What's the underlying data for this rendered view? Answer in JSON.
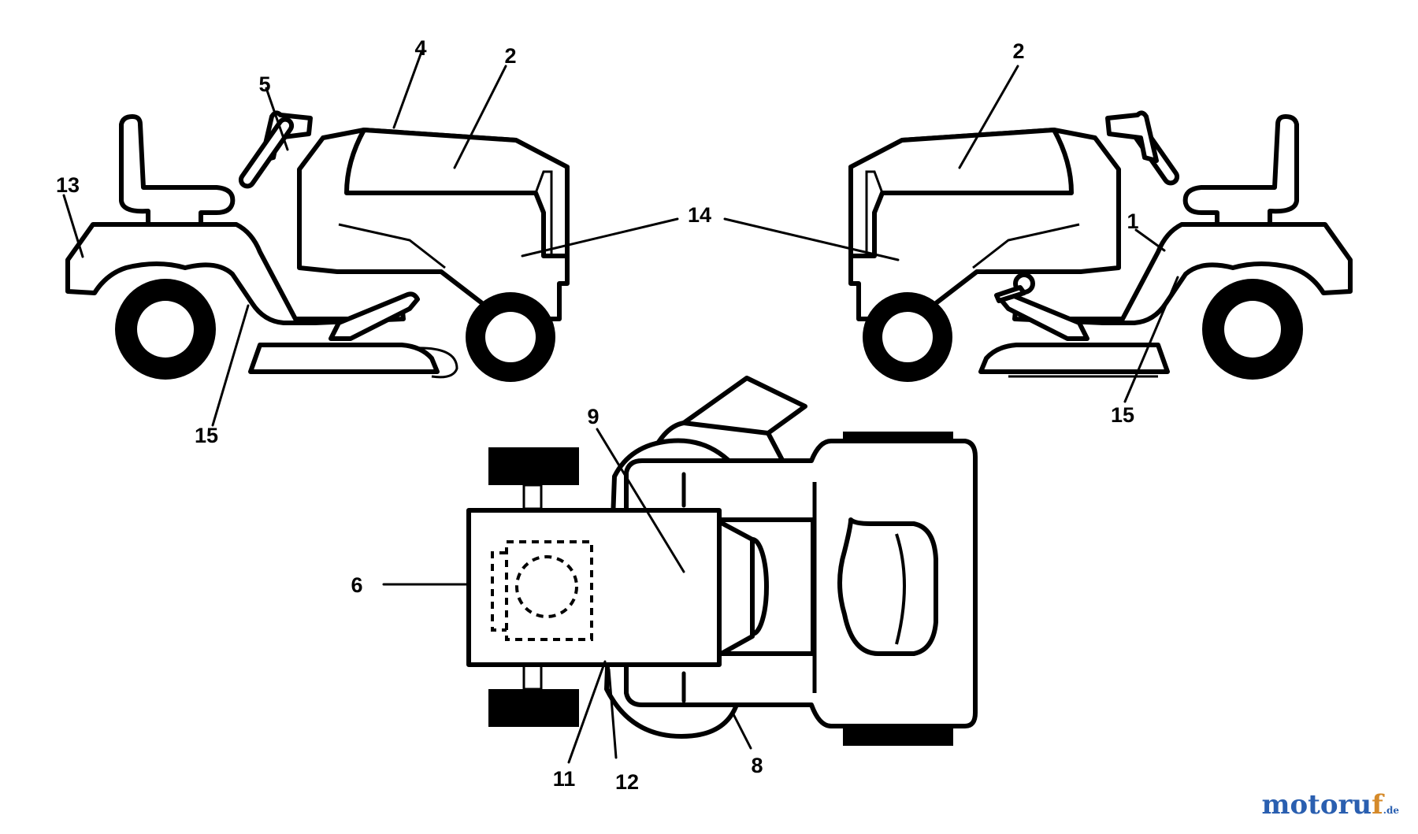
{
  "callouts": {
    "l_13": "13",
    "l_5": "5",
    "l_4": "4",
    "l_2a": "2",
    "l_15a": "15",
    "l_14": "14",
    "l_2b": "2",
    "l_1": "1",
    "l_15b": "15",
    "l_9": "9",
    "l_6": "6",
    "l_11": "11",
    "l_12": "12",
    "l_8": "8"
  },
  "watermark": {
    "pre": "motoru",
    "accent": "f",
    "tld": ".de"
  }
}
